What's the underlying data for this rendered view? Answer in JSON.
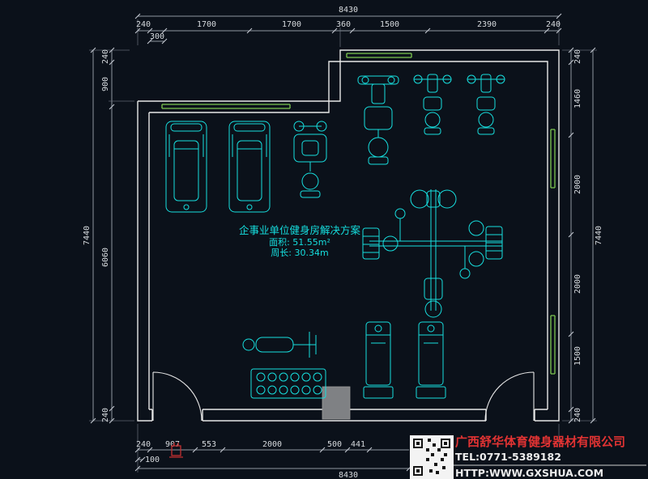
{
  "plan": {
    "title": "企事业单位健身房解决方案",
    "area": "面积: 51.55m²",
    "perimeter": "周长: 30.34m"
  },
  "dims": {
    "top_total": "8430",
    "top": [
      "240",
      "1700",
      "1700",
      "360",
      "1500",
      "2390",
      "240"
    ],
    "top_sub": "300",
    "left": [
      "240",
      "900",
      "6060",
      "240"
    ],
    "left_total": "7440",
    "right": [
      "240",
      "1460",
      "2000",
      "2000",
      "1500",
      "240"
    ],
    "right_total": "7440",
    "bottom": [
      "240",
      "907",
      "553",
      "2000",
      "500",
      "441"
    ],
    "bottom_sub": "100",
    "bottom_total": "8430"
  },
  "footer": {
    "company": "广西舒华体育健身器材有限公司",
    "tel": "TEL:0771-5389182",
    "web": "HTTP:WWW.GXSHUA.COM"
  },
  "equipment_icons": [
    "treadmill",
    "treadmill",
    "seated-press-machine",
    "multi-press-machine",
    "lat-pulldown-machine",
    "lat-pulldown-machine",
    "multi-station-gym",
    "flat-bench",
    "dumbbell-rack",
    "vertical-cabinet",
    "vertical-cabinet"
  ],
  "colors": {
    "background": "#0b111a",
    "wall": "#e8e8e8",
    "dimension": "#c9ced6",
    "equipment": "#17dede",
    "window": "#7ec850",
    "company_red": "#e23333",
    "pillar_gray": "#7f8184"
  }
}
